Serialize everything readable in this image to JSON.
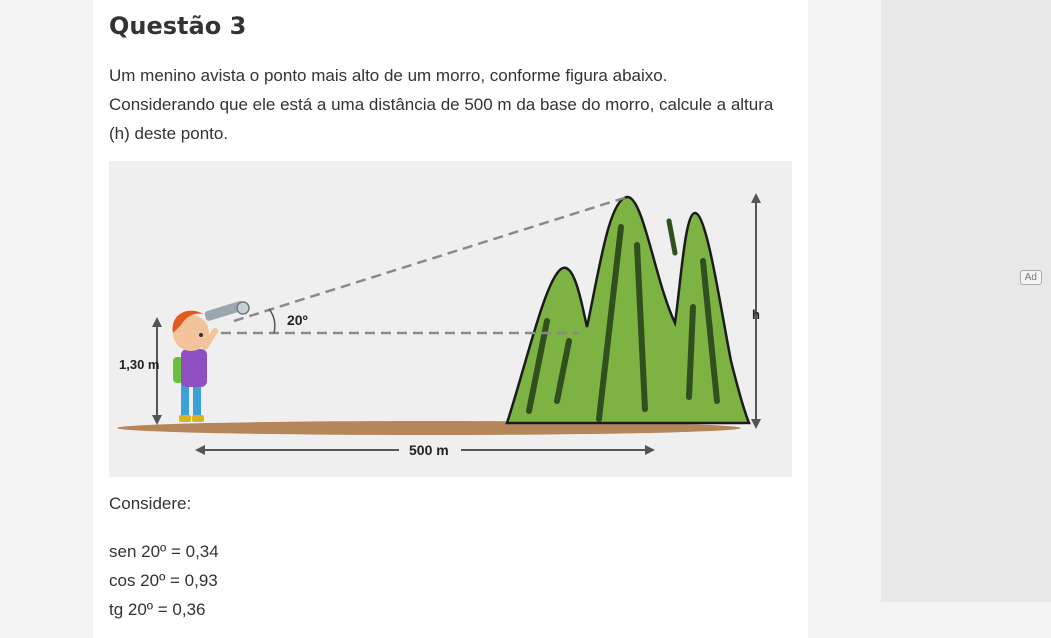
{
  "article": {
    "title": "Questão 3",
    "intro_lines": [
      "Um menino avista o ponto mais alto de um morro, conforme figura abaixo.",
      "Considerando que ele está a uma distância de 500 m da base do morro, calcule a altura",
      "(h) deste ponto."
    ],
    "figure": {
      "angle_label": "20º",
      "boy_height_label": "1,30 m",
      "distance_label": "500 m",
      "height_label": "h",
      "colors": {
        "ground": "#b5865a",
        "hill": "#7cb342",
        "hill_stroke": "#1b1b1b",
        "dashed": "#8a8a8a"
      }
    },
    "considere_label": "Considere:",
    "formulas": [
      "sen 20º = 0,34",
      "cos 20º = 0,93",
      "tg 20º = 0,36"
    ]
  },
  "ad": {
    "badge": "Ad"
  }
}
